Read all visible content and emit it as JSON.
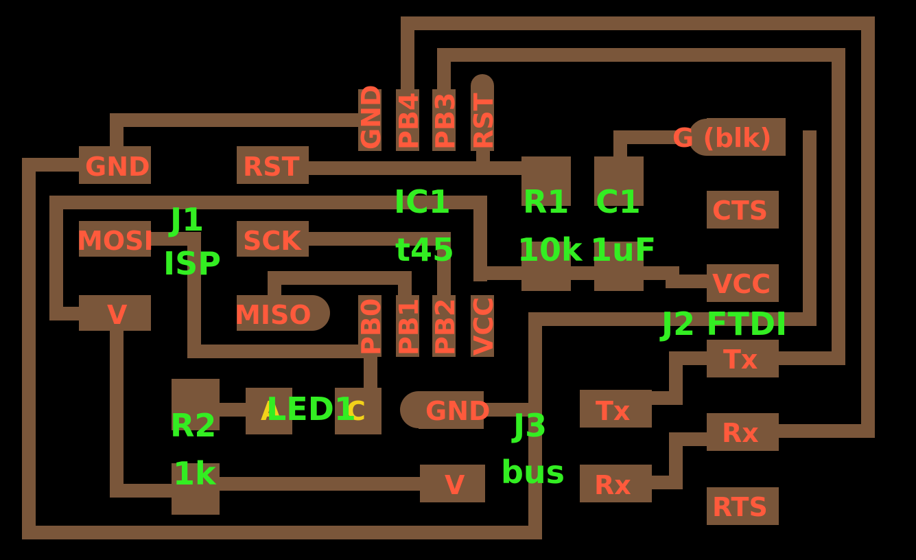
{
  "pin_color": "#ff5a3c",
  "part_color": "#33ee22",
  "trace_color": "#7a563a",
  "background": "#000000",
  "ic1": {
    "designator": "IC1",
    "value": "t45",
    "top_pins": [
      "GND",
      "PB4",
      "PB3",
      "RST"
    ],
    "bottom_pins": [
      "PB0",
      "PB1",
      "PB2",
      "VCC"
    ]
  },
  "j1": {
    "designator": "J1",
    "value": "ISP",
    "pins": {
      "gnd": "GND",
      "rst": "RST",
      "mosi": "MOSI",
      "sck": "SCK",
      "v": "V",
      "miso": "MISO"
    }
  },
  "r1": {
    "designator": "R1",
    "value": "10k"
  },
  "c1": {
    "designator": "C1",
    "value": "1uF"
  },
  "r2": {
    "designator": "R2",
    "value": "1k"
  },
  "led1": {
    "designator": "LED1",
    "pin_a": "A",
    "pin_c": "C"
  },
  "j2": {
    "designator": "J2 FTDI",
    "pins": {
      "g": "G (blk)",
      "cts": "CTS",
      "vcc": "VCC",
      "tx": "Tx",
      "rx": "Rx",
      "rts": "RTS"
    }
  },
  "j3": {
    "designator": "J3",
    "value": "bus",
    "pins": {
      "gnd": "GND",
      "tx": "Tx",
      "rx": "Rx",
      "v": "V"
    }
  }
}
